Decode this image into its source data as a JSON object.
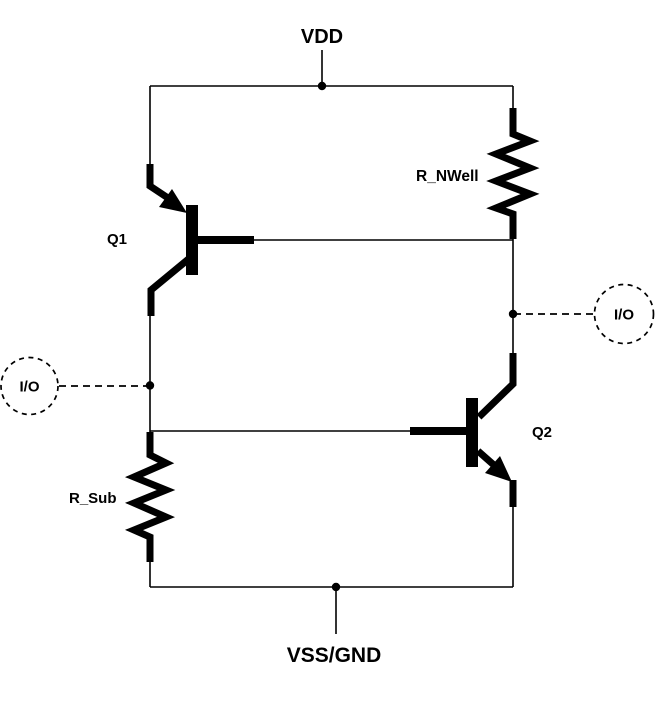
{
  "diagram": {
    "kind": "circuit-schematic",
    "description": "CMOS latch-up equivalent circuit: cross-coupled PNP/NPN bipolar transistors with n-well and substrate resistors between VDD and VSS/GND rails, with two I/O terminals",
    "colors": {
      "ink": "#000000",
      "background": "#ffffff"
    },
    "rails": {
      "top": "VDD",
      "bottom": "VSS/GND"
    },
    "components": {
      "q1": {
        "label": "Q1",
        "kind": "PNP bipolar transistor"
      },
      "q2": {
        "label": "Q2",
        "kind": "NPN bipolar transistor"
      },
      "r_nwell": {
        "label": "R_NWell",
        "kind": "resistor"
      },
      "r_sub": {
        "label": "R_Sub",
        "kind": "resistor"
      }
    },
    "ports": {
      "left": {
        "label": "I/O"
      },
      "right": {
        "label": "I/O"
      }
    }
  }
}
